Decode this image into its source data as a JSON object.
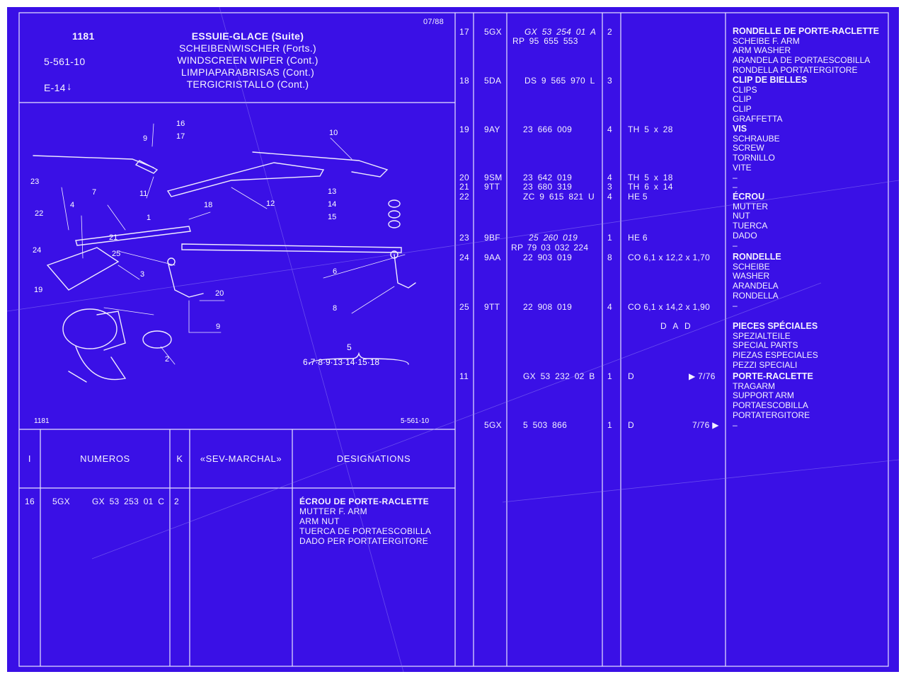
{
  "header": {
    "page_number": "1181",
    "group_code": "5-561-10",
    "ref_code": "E-14",
    "date": "07/88",
    "titles": [
      "ESSUIE-GLACE (Suite)",
      "SCHEIBENWISCHER (Forts.)",
      "WINDSCREEN WIPER (Cont.)",
      "LIMPIAPARABRISAS (Cont.)",
      "TERGICRISTALLO (Cont.)"
    ]
  },
  "figure": {
    "footer_left": "1181",
    "footer_right": "5-561-10",
    "callouts": [
      "1",
      "2",
      "3",
      "4",
      "6",
      "7",
      "8",
      "9",
      "10",
      "11",
      "12",
      "13",
      "14",
      "15",
      "16",
      "17",
      "18",
      "19",
      "20",
      "21",
      "22",
      "23",
      "24",
      "25"
    ],
    "kit_number": "5",
    "kit_contents": "6·7·8·9·13·14·15·18"
  },
  "columns": {
    "index": "I",
    "numbers": "NUMEROS",
    "qty": "K",
    "supplier": "«SEV-MARCHAL»",
    "designations": "DESIGNATIONS"
  },
  "left_rows": [
    {
      "idx": "16",
      "code": "5GX",
      "ref": "GX 53 253 01 C",
      "qty": "2",
      "desc": [
        "ÉCROU DE PORTE-RACLETTE",
        "MUTTER F. ARM",
        "ARM NUT",
        "TUERCA DE PORTAESCOBILLA",
        "DADO PER PORTATERGITORE"
      ]
    }
  ],
  "right_rows": [
    {
      "idx": "17",
      "code": "5GX",
      "ref": "GX 53 254 01 A",
      "ref2": "RP 95 655 553",
      "qty": "2",
      "spec": ""
    },
    {
      "idx": "18",
      "code": "5DA",
      "ref": "DS 9 565 970 L",
      "qty": "3",
      "spec": ""
    },
    {
      "idx": "19",
      "code": "9AY",
      "ref": "23 666 009",
      "qty": "4",
      "spec": "TH 5 x 28"
    },
    {
      "idx": "20",
      "code": "9SM",
      "ref": "23 642 019",
      "qty": "4",
      "spec": "TH 5 x 18"
    },
    {
      "idx": "21",
      "code": "9TT",
      "ref": "23 680 319",
      "qty": "3",
      "spec": "TH 6 x 14"
    },
    {
      "idx": "22",
      "code": "",
      "ref": "ZC 9 615 821 U",
      "qty": "4",
      "spec": "HE 5"
    },
    {
      "idx": "23",
      "code": "9BF",
      "ref": "25 260 019",
      "ref2": "RP 79 03 032 224",
      "qty": "1",
      "spec": "HE 6"
    },
    {
      "idx": "24",
      "code": "9AA",
      "ref": "22 903 019",
      "qty": "8",
      "spec": "CO 6,1 x 12,2 x 1,70"
    },
    {
      "idx": "25",
      "code": "9TT",
      "ref": "22 908 019",
      "qty": "4",
      "spec": "CO 6,1 x 14,2 x 1,90"
    },
    {
      "idx": "",
      "code": "",
      "ref": "",
      "qty": "",
      "spec": "D A D"
    },
    {
      "idx": "11",
      "code": "",
      "ref": "GX 53 232 02 B",
      "qty": "1",
      "spec": "D",
      "note": "▶ 7/76"
    },
    {
      "idx": "",
      "code": "5GX",
      "ref": "5 503 866",
      "qty": "1",
      "spec": "D",
      "note": "7/76 ▶"
    }
  ],
  "right_desc_groups": [
    {
      "lines": [
        "RONDELLE DE PORTE-RACLETTE",
        "SCHEIBE F. ARM",
        "ARM WASHER",
        "ARANDELA DE PORTAESCOBILLA",
        "RONDELLA PORTATERGITORE"
      ]
    },
    {
      "lines": [
        "CLIP DE BIELLES",
        "CLIPS",
        "CLIP",
        "CLIP",
        "GRAFFETTA"
      ]
    },
    {
      "lines": [
        "VIS",
        "SCHRAUBE",
        "SCREW",
        "TORNILLO",
        "VITE",
        "–",
        "–"
      ]
    },
    {
      "lines": [
        "ÉCROU",
        "MUTTER",
        "NUT",
        "TUERCA",
        "DADO",
        "–"
      ]
    },
    {
      "lines": [
        "RONDELLE",
        "SCHEIBE",
        "WASHER",
        "ARANDELA",
        "RONDELLA",
        "–"
      ]
    },
    {
      "lines": [
        "PIECES SPÉCIALES",
        "SPEZIALTEILE",
        "SPECIAL PARTS",
        "PIEZAS ESPECIALES",
        "PEZZI SPECIALI"
      ]
    },
    {
      "lines": [
        "PORTE-RACLETTE",
        "TRAGARM",
        "SUPPORT ARM",
        "PORTAESCOBILLA",
        "PORTATERGITORE",
        "–"
      ]
    }
  ],
  "colors": {
    "sheet": "#3a10e6",
    "ink": "#f4f2ff"
  }
}
